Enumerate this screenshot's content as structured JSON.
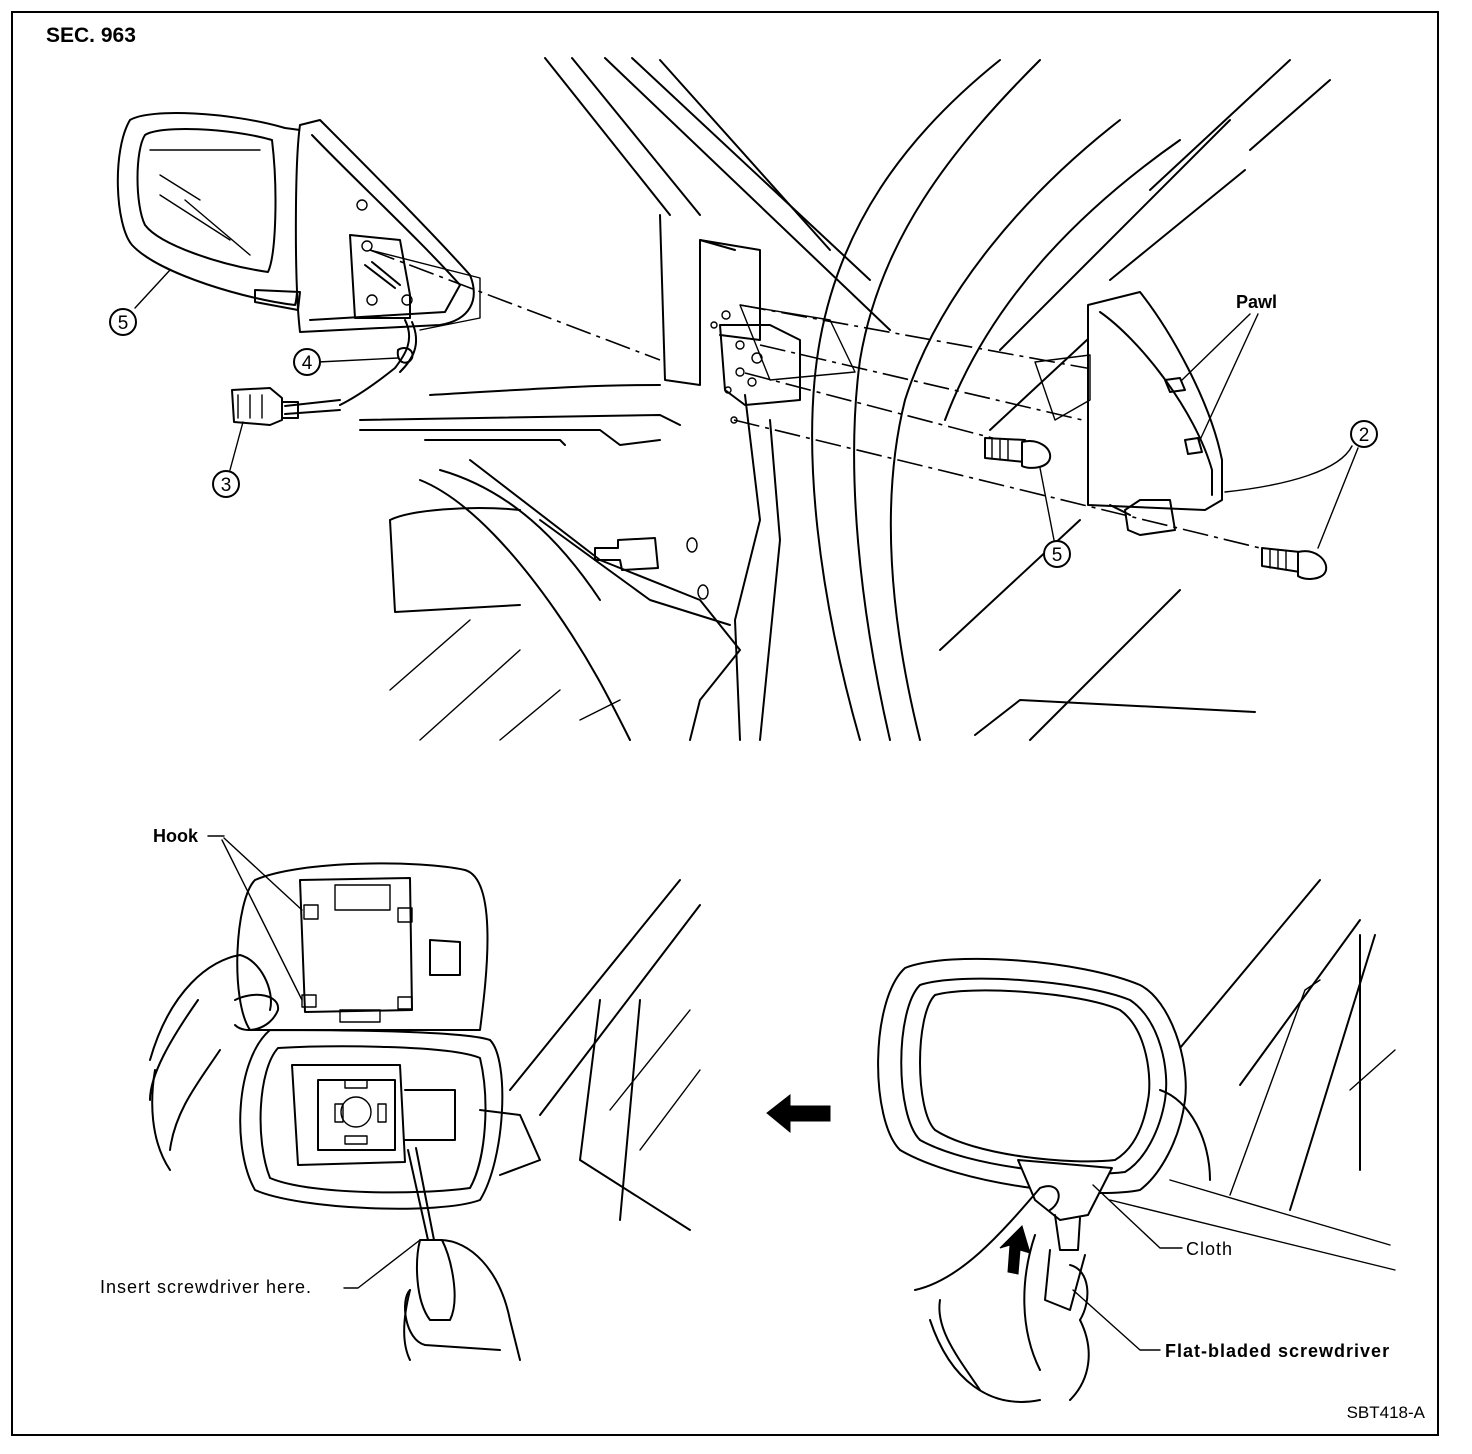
{
  "section_label": "SEC. 963",
  "figure_code": "SBT418-A",
  "labels": {
    "pawl": "Pawl",
    "hook": "Hook",
    "insert_screwdriver": "Insert screwdriver here.",
    "cloth": "Cloth",
    "flat_bladed_screwdriver": "Flat-bladed screwdriver"
  },
  "callouts": {
    "mirror_glass": "5",
    "harness_grommet": "4",
    "connector": "3",
    "cover_and_bolt": "2",
    "center_bolt": "5"
  },
  "icons": {
    "step_arrow": "left-arrow-icon",
    "push_arrow": "up-arrow-icon"
  }
}
